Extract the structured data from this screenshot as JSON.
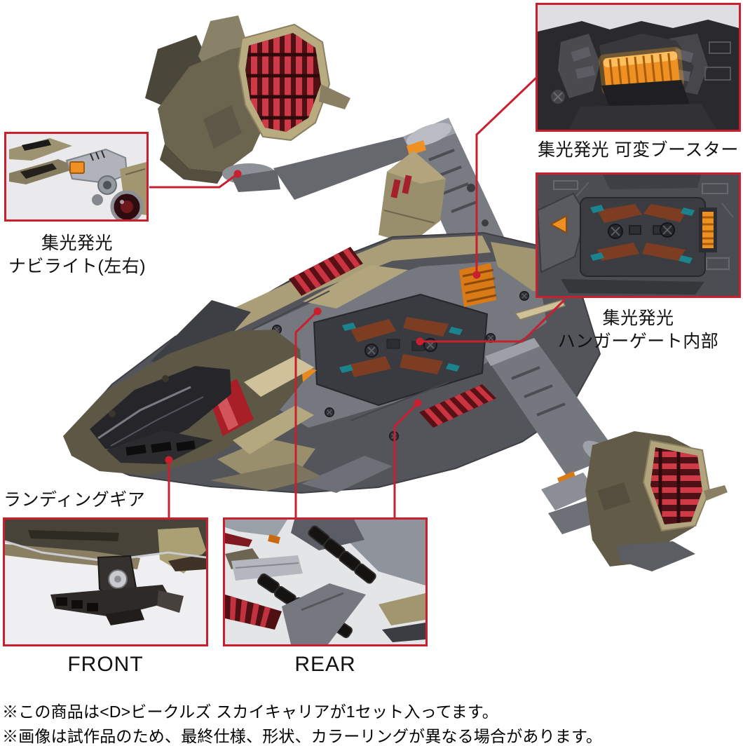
{
  "figure": {
    "description": "Sky Carrier product photo with light-up feature callouts",
    "background": "#ffffff"
  },
  "colors": {
    "accent_red": "#c8202e",
    "thruster_red": "#cf3a46",
    "glow_orange": "#ef9122",
    "hangar_teal": "#1b838d",
    "body_olive": "#635d49",
    "panel_gray": "#75787f",
    "trim_khaki": "#b2a57e"
  },
  "callouts": {
    "booster": {
      "label": "集光発光 可変ブースター"
    },
    "hangar_gate": {
      "label_line1": "集光発光",
      "label_line2": "ハンガーゲート内部"
    },
    "nav_light": {
      "label_line1": "集光発光",
      "label_line2": "ナビライト(左右)"
    },
    "landing_gear": {
      "label": "ランディングギア"
    },
    "front_view": {
      "label": "FRONT"
    },
    "rear_view": {
      "label": "REAR"
    }
  },
  "notes": {
    "line1": "※この商品は<D>ビークルズ スカイキャリアが1セット入ってます。",
    "line2": "※画像は試作品のため、最終仕様、形状、カラーリングが異なる場合があります。"
  }
}
